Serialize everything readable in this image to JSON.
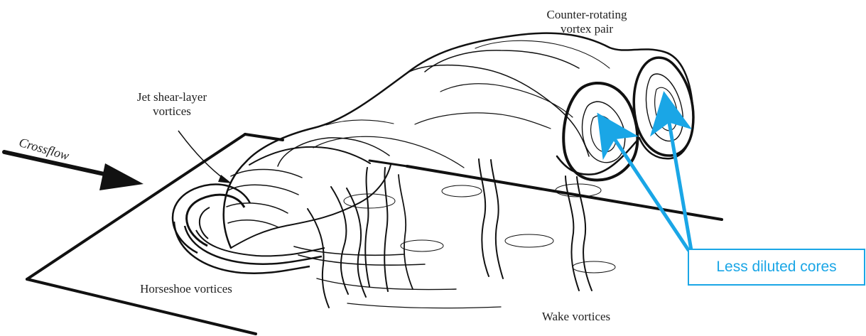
{
  "labels": {
    "counter_rotating": "Counter-rotating",
    "vortex_pair": "vortex pair",
    "jet_shear_layer": "Jet shear-layer",
    "vortices": "vortices",
    "crossflow": "Crossflow",
    "horseshoe_vortices": "Horseshoe vortices",
    "wake_vortices": "Wake vortices",
    "less_diluted_cores": "Less diluted cores"
  },
  "colors": {
    "annotation_blue": "#1aa6e6",
    "ink": "#111111"
  }
}
